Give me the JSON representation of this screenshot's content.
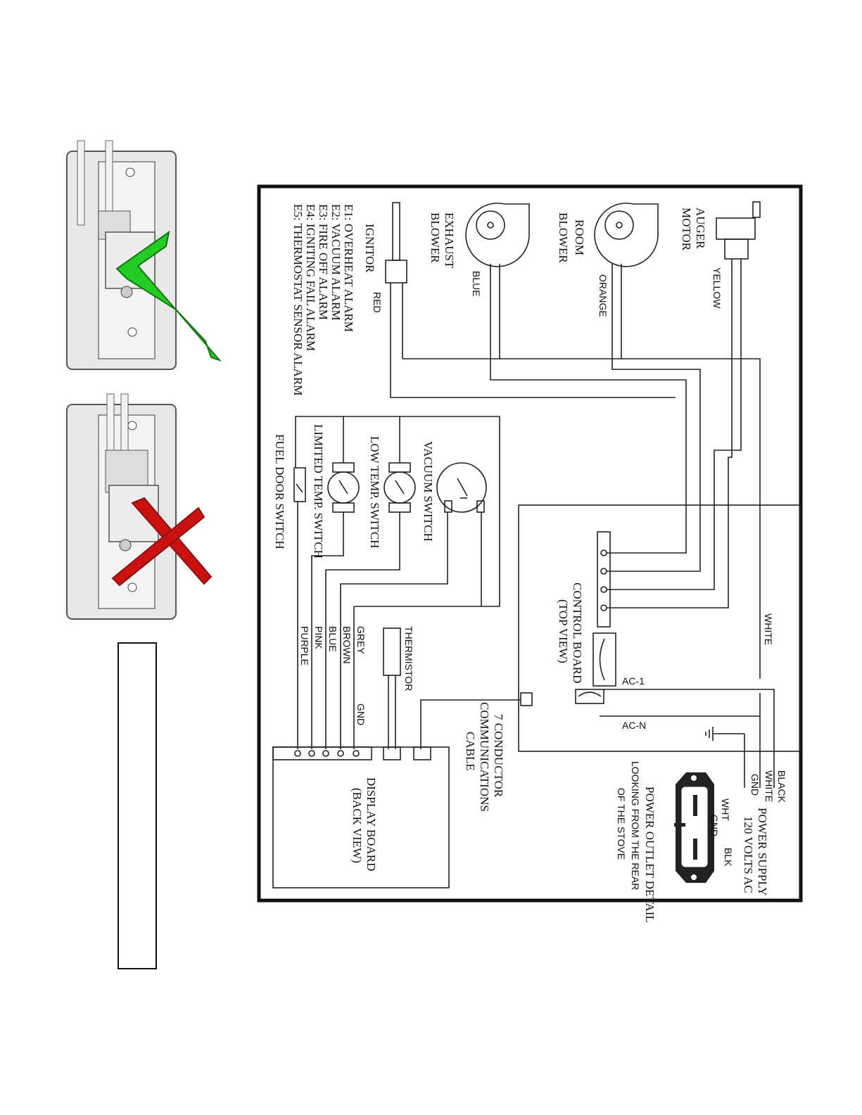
{
  "diagram": {
    "components": {
      "auger_motor": [
        "AUGER",
        "MOTOR"
      ],
      "room_blower": [
        "ROOM",
        "BLOWER"
      ],
      "exhaust_blower": [
        "EXHAUST",
        "BLOWER"
      ],
      "ignitor": "IGNITOR",
      "vacuum_switch": "VACUUM SWITCH",
      "low_temp_switch": "LOW TEMP. SWITCH",
      "limited_temp_switch": "LIMITED TEMP. SWITCH",
      "fuel_door_switch": "FUEL DOOR SWITCH",
      "thermistor": "THERMISTOR",
      "control_board": [
        "CONTROL BOARD",
        "(TOP VIEW)"
      ],
      "display_board": [
        "DISPLAY BOARD",
        "(BACK VIEW)"
      ],
      "comm_cable": [
        "7 CONDUCTOR",
        "COMMUNICATIONS",
        "CABLE"
      ]
    },
    "wires": {
      "yellow": "YELLOW",
      "orange": "ORANGE",
      "blue_top": "BLUE",
      "red": "RED",
      "white": "WHITE",
      "ac1": "AC-1",
      "acn": "AC-N",
      "grey": "GREY",
      "brown": "BROWN",
      "blue": "BLUE",
      "pink": "PINK",
      "purple": "PURPLE",
      "gnd": "GND"
    },
    "alarms": [
      "E1: OVERHEAT ALARM",
      "E2: VACUUM ALARM",
      "E3: FIRE OFF ALARM",
      "E4: IGNITING FAIL ALARM",
      "E5: THERMOSTAT SENSOR ALARM"
    ],
    "power_supply": {
      "leads": [
        "BLACK",
        "WHITE",
        "GND"
      ],
      "title": [
        "POWER SUPPLY",
        "120 VOLTS AC"
      ],
      "outlet_pins": {
        "wht": "WHT",
        "gnd": "GND",
        "blk": "BLK"
      },
      "outlet_caption": [
        "POWER OUTLET DETAIL",
        "LOOKING FROM THE REAR",
        "OF THE STOVE"
      ]
    }
  },
  "plug_illustrations": {
    "correct_mark": "checkmark-icon",
    "incorrect_mark": "x-mark-icon",
    "correct_color": "#22cc22",
    "incorrect_color": "#cc1111"
  }
}
